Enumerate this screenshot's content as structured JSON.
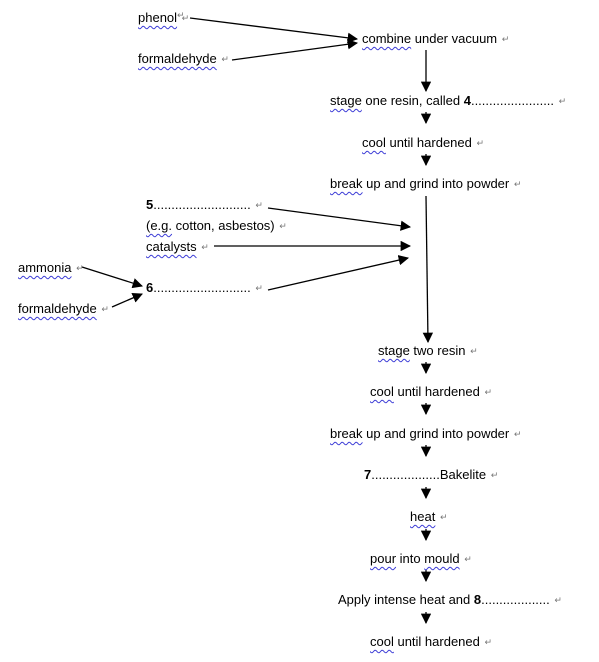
{
  "nodes": {
    "phenol": {
      "text": "phenol"
    },
    "formaldehyde_top": {
      "text": "formaldehyde"
    },
    "combine": {
      "word": "combine",
      "rest": " under vacuum"
    },
    "stage_one": {
      "word": "stage",
      "rest": " one resin, called ",
      "num": "4",
      "blank": "......................."
    },
    "cool1": {
      "word": "cool",
      "rest": " until hardened"
    },
    "breakup1": {
      "word": "break",
      "rest": " up and grind into powder"
    },
    "item5": {
      "num": "5",
      "blank": "..........................."
    },
    "example": {
      "word": "(e.g.",
      "rest": " cotton, asbestos)"
    },
    "catalysts": {
      "text": "catalysts"
    },
    "ammonia": {
      "text": "ammonia"
    },
    "formaldehyde_left": {
      "text": "formaldehyde"
    },
    "item6": {
      "num": "6",
      "blank": "..........................."
    },
    "stage_two": {
      "word": "stage",
      "rest": " two resin"
    },
    "cool2": {
      "word": "cool",
      "rest": " until hardened"
    },
    "breakup2": {
      "word": "break",
      "rest": " up and grind into powder"
    },
    "item7": {
      "num": "7",
      "blank": "...................",
      "rest": "Bakelite"
    },
    "heat": {
      "text": "heat"
    },
    "pour": {
      "word": "pour",
      "mid": " into ",
      "word2": "mould"
    },
    "apply": {
      "text": "Apply intense heat and ",
      "num": "8",
      "blank": "..................."
    },
    "cool3": {
      "word": "cool",
      "rest": " until hardened"
    }
  },
  "marks": {
    "paragraph": "↵",
    "arrow": "↓"
  }
}
